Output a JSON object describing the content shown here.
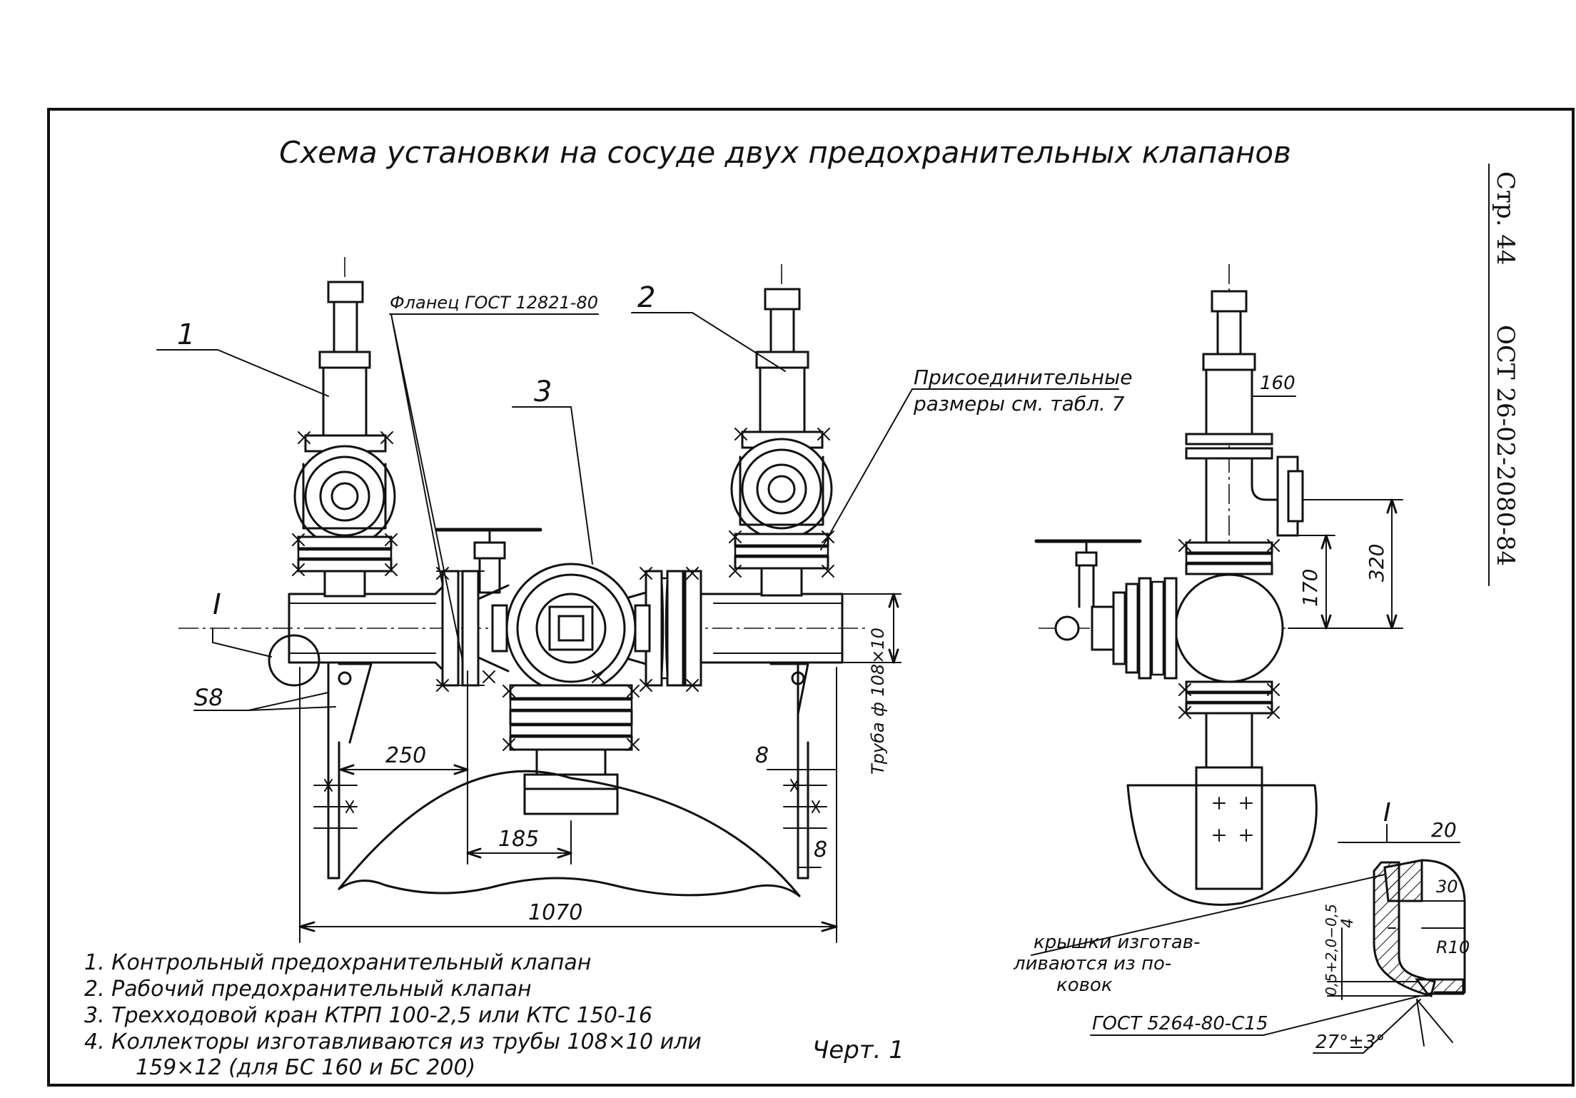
{
  "title": "Схема установки на сосуде двух предохранительных клапанов",
  "stamp": {
    "page": "Стр. 44",
    "standard": "ОСТ 26-02-2080-84"
  },
  "labels": {
    "flange": "Фланец ГОСТ 12821-80",
    "connect_line1": "Присоединительные",
    "connect_line2": "размеры см. табл. 7",
    "pipe": "Труба ф 108×10",
    "cap_line1": "крышки изготав-",
    "cap_line2": "ливаются из по-",
    "cap_line3": "ковок",
    "weld": "ГОСТ 5264-80-С15",
    "figure": "Черт. 1"
  },
  "callouts": {
    "c1": "1",
    "c2": "2",
    "c3": "3",
    "view_i_left": "I",
    "view_i_detail": "I",
    "s8": "S8"
  },
  "dimensions": {
    "d250": "250",
    "d185": "185",
    "d1070": "1070",
    "d8a": "8",
    "d8b": "8",
    "d160": "160",
    "d170": "170",
    "d320": "320",
    "d20": "20",
    "d30": "30",
    "d4": "4",
    "dR10": "R10",
    "dtol": "0,5+2,0−0,5",
    "dangle": "27°±3°"
  },
  "notes": [
    "1. Контрольный предохранительный клапан",
    "2. Рабочий предохранительный клапан",
    "3. Трехходовой кран КТРП 100-2,5 или КТС 150-16",
    "4. Коллекторы изготавливаются из трубы 108×10 или",
    "159×12 (для БС 160 и БС 200)"
  ]
}
